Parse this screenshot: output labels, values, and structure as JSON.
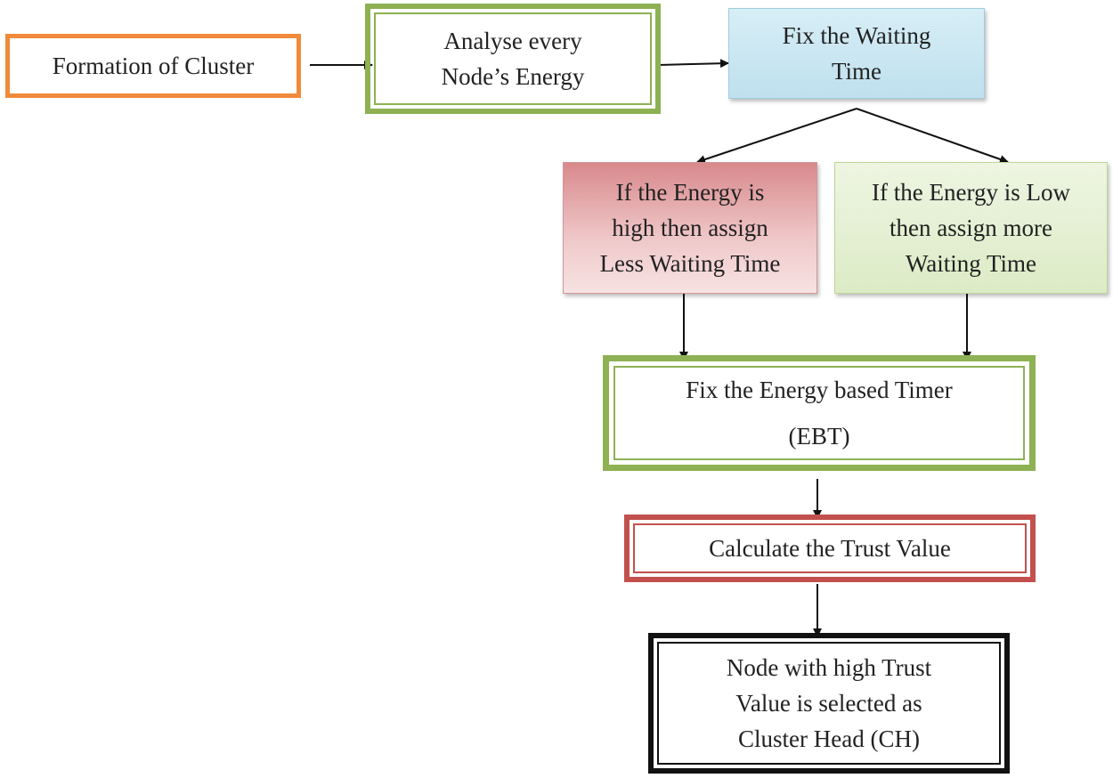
{
  "nodes": {
    "formation": {
      "lines": [
        "Formation of Cluster"
      ]
    },
    "analyse": {
      "lines": [
        "Analyse every",
        "Node’s Energy"
      ]
    },
    "waiting": {
      "lines": [
        "Fix the Waiting",
        "Time"
      ]
    },
    "high_energy": {
      "lines": [
        "If the Energy is",
        "high then assign",
        "Less Waiting Time"
      ]
    },
    "low_energy": {
      "lines": [
        "If the Energy is Low",
        "then assign more",
        "Waiting Time"
      ]
    },
    "ebt": {
      "lines": [
        "Fix the Energy based Timer",
        "(EBT)"
      ]
    },
    "trust": {
      "lines": [
        "Calculate the Trust Value"
      ]
    },
    "cluster_head": {
      "lines": [
        "Node with high Trust",
        "Value is selected as",
        "Cluster Head (CH)"
      ]
    }
  },
  "colors": {
    "orange_border": "#f08a3a",
    "green_border": "#8db153",
    "red_border": "#c2504d",
    "black_border": "#111111",
    "blue_fill": "#bfe0ee",
    "red_fill": "#d8898c",
    "green_fill": "#dcebc6"
  }
}
